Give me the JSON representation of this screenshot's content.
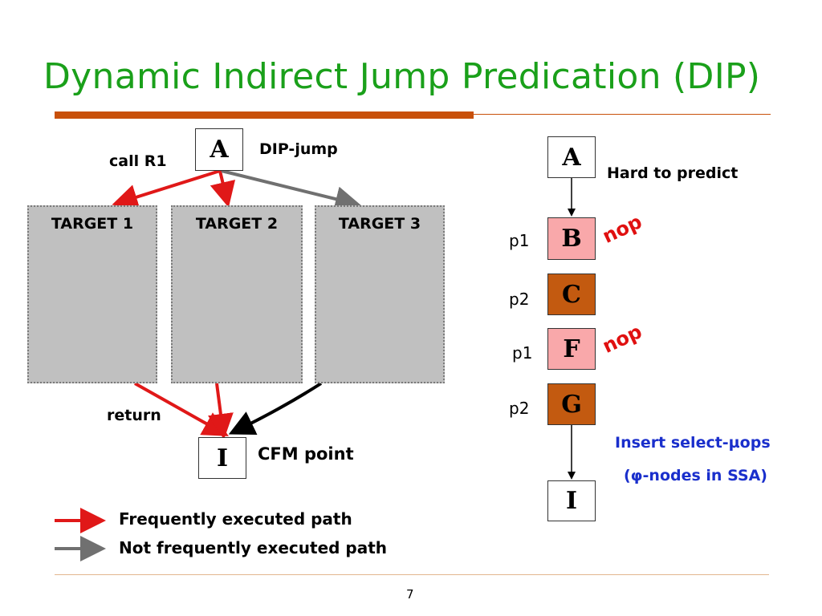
{
  "slide": {
    "title": "Dynamic Indirect Jump Predication (DIP)",
    "page_number": "7"
  },
  "left": {
    "node_a": "A",
    "node_i": "I",
    "call_label": "call R1",
    "dip_label": "DIP-jump",
    "return_label": "return",
    "cfm_label": "CFM point",
    "targets": [
      "TARGET 1",
      "TARGET 2",
      "TARGET 3"
    ]
  },
  "right": {
    "node_a": "A",
    "hard_label": "Hard to predict",
    "chain": [
      {
        "name": "B",
        "pred": "p1",
        "nop": "nop"
      },
      {
        "name": "C",
        "pred": "p2",
        "nop": ""
      },
      {
        "name": "F",
        "pred": "p1",
        "nop": "nop"
      },
      {
        "name": "G",
        "pred": "p2",
        "nop": ""
      }
    ],
    "node_i": "I",
    "insert_line1": "Insert select-µops",
    "insert_line2": "(φ-nodes in SSA)"
  },
  "legend": {
    "frequent": "Frequently executed path",
    "infrequent": "Not frequently executed path"
  },
  "colors": {
    "title": "#1aa01a",
    "frequent_arrow": "#e01818",
    "infrequent_arrow": "#707070",
    "pink_node": "#f9a8aa",
    "rust_node": "#c35a10",
    "nop": "#e01010",
    "insert_text": "#1a2fcc"
  }
}
